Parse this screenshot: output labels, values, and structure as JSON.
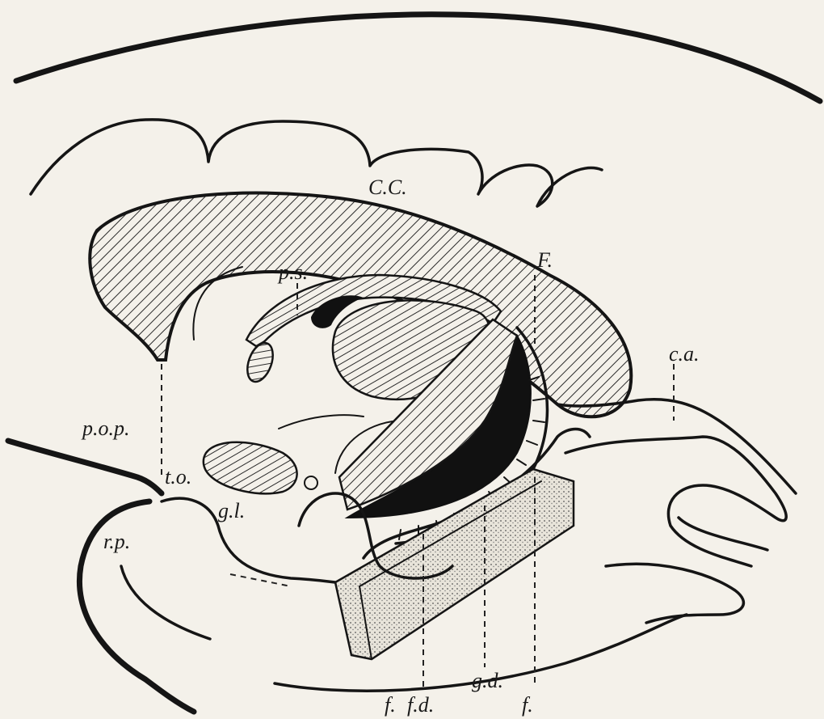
{
  "labels": {
    "cc": "C.C.",
    "ps": "p.s.",
    "F": "F.",
    "ca": "c.a.",
    "pop": "p.o.p.",
    "to": "t.o.",
    "gl": "g.l.",
    "rp": "r.p.",
    "ff": "f.",
    "fd": "f.d.",
    "gd": "g.d.",
    "f": "f."
  },
  "colors": {
    "ink": "#151515",
    "paper": "#f4f1ea",
    "hatch": "#2a2a2a"
  }
}
